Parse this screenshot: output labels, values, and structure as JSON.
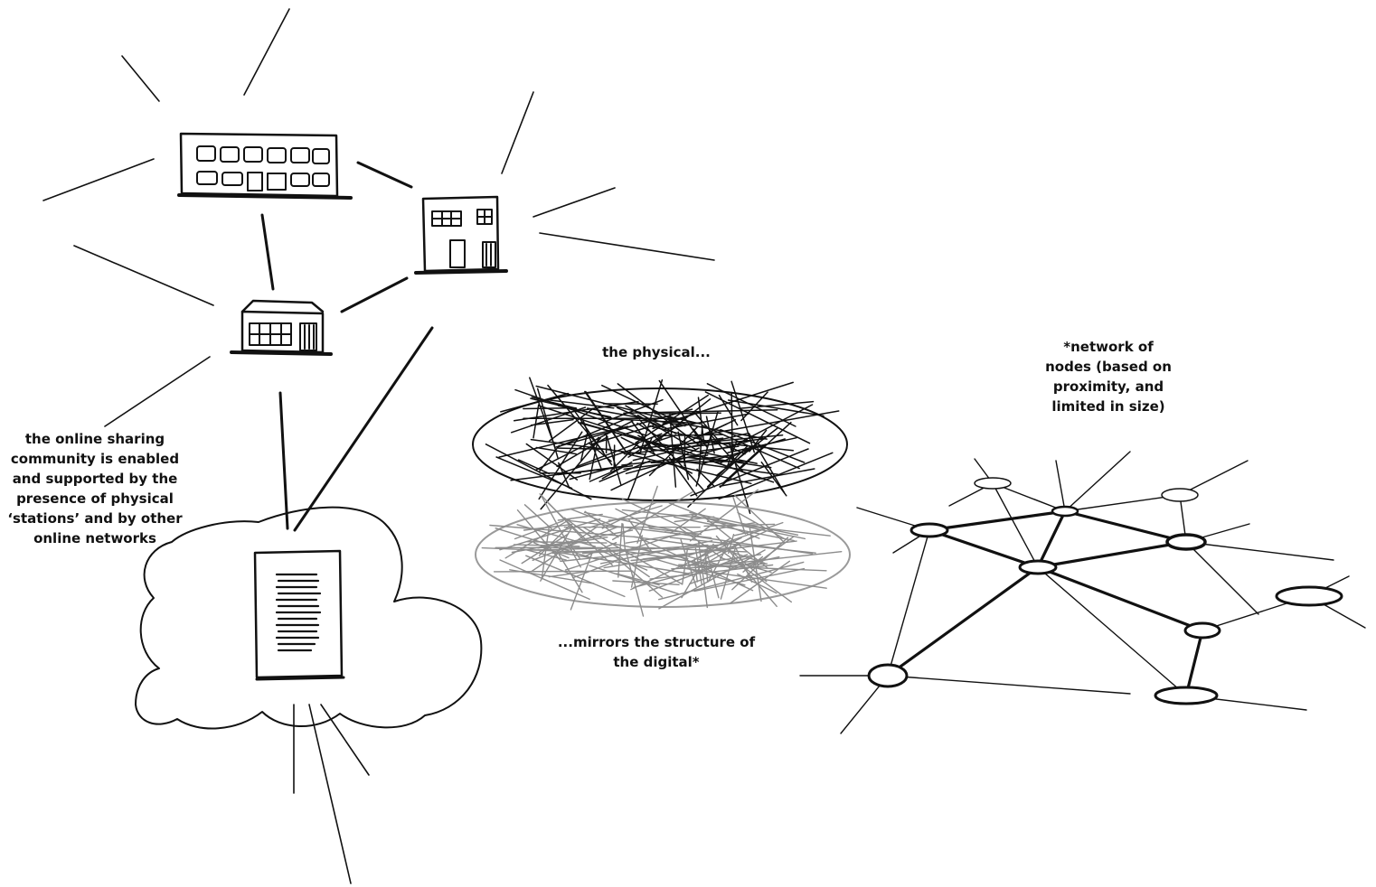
{
  "labels": {
    "community": [
      "the online sharing",
      "community is enabled",
      "and supported by the",
      "presence of physical",
      "‘stations’ and by other",
      "online networks"
    ],
    "physical": [
      "the physical..."
    ],
    "mirrors": [
      "...mirrors the structure of",
      "the digital*"
    ],
    "network": [
      "*network of",
      "nodes (based on",
      "proximity, and",
      "limited in size)"
    ]
  },
  "colors": {
    "ink": "#111111",
    "grey_ink": "#8c8c8c",
    "background": "#ffffff"
  },
  "icons": [
    "building-icon",
    "house-icon",
    "shop-icon",
    "cloud-icon",
    "server-icon",
    "network-node-icon"
  ]
}
